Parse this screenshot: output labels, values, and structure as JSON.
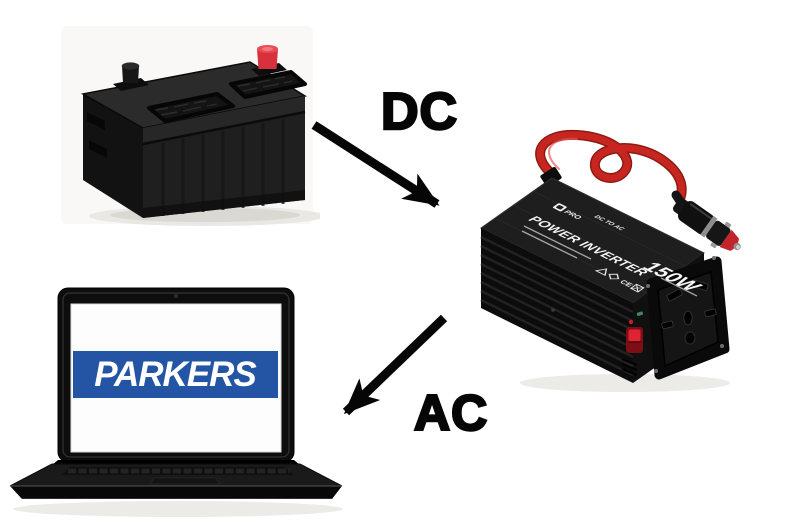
{
  "diagram": {
    "dc_label": "DC",
    "ac_label": "AC"
  },
  "battery": {
    "name": "Car battery",
    "body_color": "#1c1c1c",
    "positive_terminal_color": "#d8303c",
    "negative_terminal_color": "#161616"
  },
  "inverter": {
    "name": "Power inverter",
    "brand": "PRO",
    "product_label": "POWER INVERTER",
    "mode_label": "DC TO AC",
    "power_rating": "150W",
    "certs_label": "CE",
    "cable_color": "#c6261f",
    "switch_color": "#dd2430"
  },
  "laptop": {
    "name": "Laptop",
    "logo_text": "PARKERS",
    "logo_background": "#2355a4",
    "logo_text_color": "#ffffff"
  }
}
